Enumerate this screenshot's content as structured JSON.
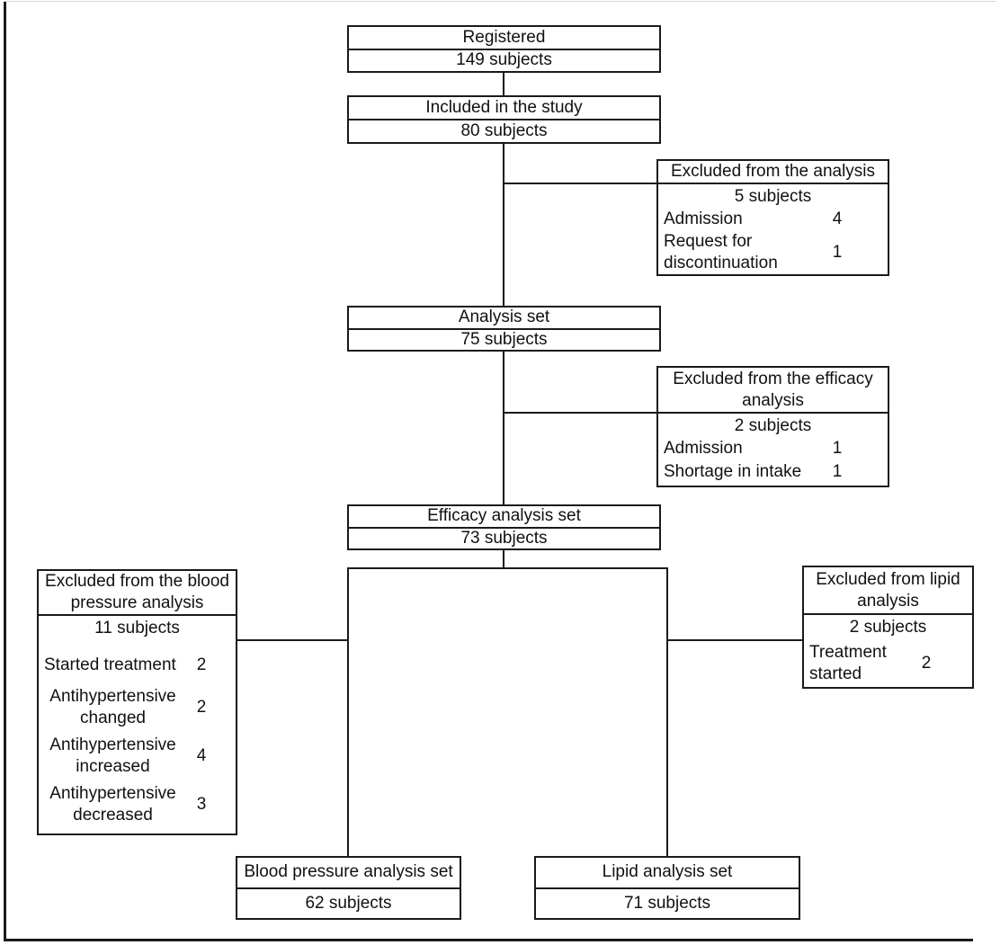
{
  "diagram": {
    "registered": {
      "title": "Registered",
      "count": "149 subjects"
    },
    "included": {
      "title": "Included in the study",
      "count": "80 subjects"
    },
    "analysis_set": {
      "title": "Analysis set",
      "count": "75 subjects"
    },
    "efficacy_set": {
      "title": "Efficacy analysis set",
      "count": "73 subjects"
    },
    "bp_set": {
      "title": "Blood pressure analysis set",
      "count": "62 subjects"
    },
    "lipid_set": {
      "title": "Lipid analysis set",
      "count": "71 subjects"
    },
    "excl_analysis": {
      "title": "Excluded from the analysis",
      "count": "5 subjects",
      "reasons": [
        {
          "label": "Admission",
          "value": "4"
        },
        {
          "label": "Request for discontinuation",
          "value": "1"
        }
      ]
    },
    "excl_efficacy": {
      "title": "Excluded from the efficacy analysis",
      "count": "2 subjects",
      "reasons": [
        {
          "label": "Admission",
          "value": "1"
        },
        {
          "label": "Shortage in intake",
          "value": "1"
        }
      ]
    },
    "excl_bp": {
      "title": "Excluded from the blood pressure analysis",
      "count": "11 subjects",
      "reasons": [
        {
          "label": "Started treatment",
          "value": "2"
        },
        {
          "label": "Antihypertensive changed",
          "value": "2"
        },
        {
          "label": "Antihypertensive increased",
          "value": "4"
        },
        {
          "label": "Antihypertensive decreased",
          "value": "3"
        }
      ]
    },
    "excl_lipid": {
      "title": "Excluded from lipid analysis",
      "count": "2 subjects",
      "reasons": [
        {
          "label": "Treatment started",
          "value": "2"
        }
      ]
    }
  },
  "colors": {
    "line": "#1a1a1a",
    "background": "#ffffff",
    "text": "#111111"
  }
}
